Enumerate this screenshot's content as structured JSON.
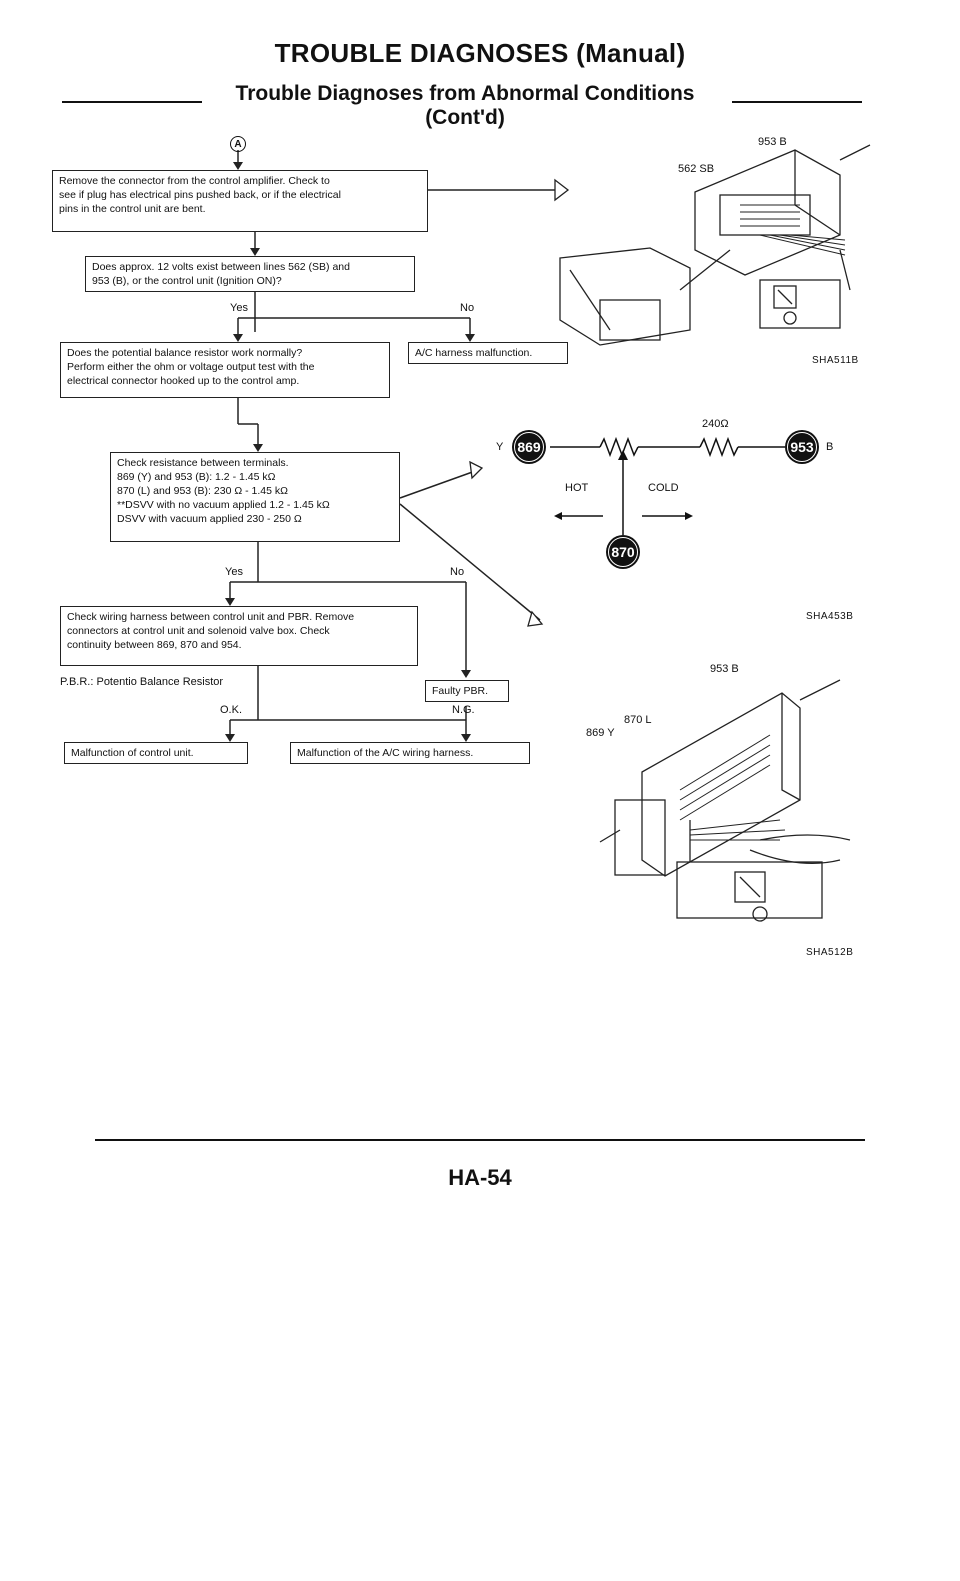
{
  "header": {
    "title": "TROUBLE DIAGNOSES (Manual)",
    "subtitle": "Trouble Diagnoses from Abnormal Conditions (Cont'd)"
  },
  "flow": {
    "start_marker": "A",
    "box1": [
      "Remove the connector from the control amplifier. Check to",
      "see if plug has electrical pins pushed back, or if the electrical",
      "pins in the control unit are bent."
    ],
    "box2": [
      "Does approx. 12 volts exist between lines 562 (SB) and",
      "953 (B), or the control unit (Ignition ON)?"
    ],
    "yes1": "Yes",
    "no1": "No",
    "box3": [
      "Does the potential balance resistor work normally?",
      "Perform either the ohm or voltage output test with the",
      "electrical connector hooked up to the control amp."
    ],
    "box_harness": "A/C harness malfunction.",
    "box4": [
      "Check resistance between terminals.",
      "869 (Y) and 953 (B):  1.2 - 1.45 kΩ",
      "870 (L) and 953 (B):  230 Ω - 1.45 kΩ",
      "**DSVV with no vacuum applied 1.2 - 1.45 kΩ",
      "   DSVV with vacuum applied 230 - 250 Ω"
    ],
    "yes2": "Yes",
    "no2": "No",
    "box5": [
      "Check wiring harness between control unit and PBR. Remove",
      "connectors at control unit and solenoid valve box. Check",
      "continuity between 869, 870 and 954."
    ],
    "pbr_note": "P.B.R.:  Potentio Balance Resistor",
    "box_faulty": "Faulty PBR.",
    "ok": "O.K.",
    "ng": "N.G.",
    "box_ctrl": "Malfunction of control unit.",
    "box_wiring": "Malfunction of the A/C wiring harness."
  },
  "figures": {
    "fig1": {
      "label_953": "953 B",
      "label_562": "562 SB",
      "code": "SHA511B"
    },
    "fig2": {
      "resistance": "240Ω",
      "term_869": "869",
      "term_953": "953",
      "term_870": "870",
      "y": "Y",
      "b": "B",
      "hot": "HOT",
      "cold": "COLD",
      "code": "SHA453B"
    },
    "fig3": {
      "label_953": "953 B",
      "label_870": "870 L",
      "label_869": "869 Y",
      "code": "SHA512B"
    }
  },
  "footer": {
    "page": "HA-54"
  }
}
